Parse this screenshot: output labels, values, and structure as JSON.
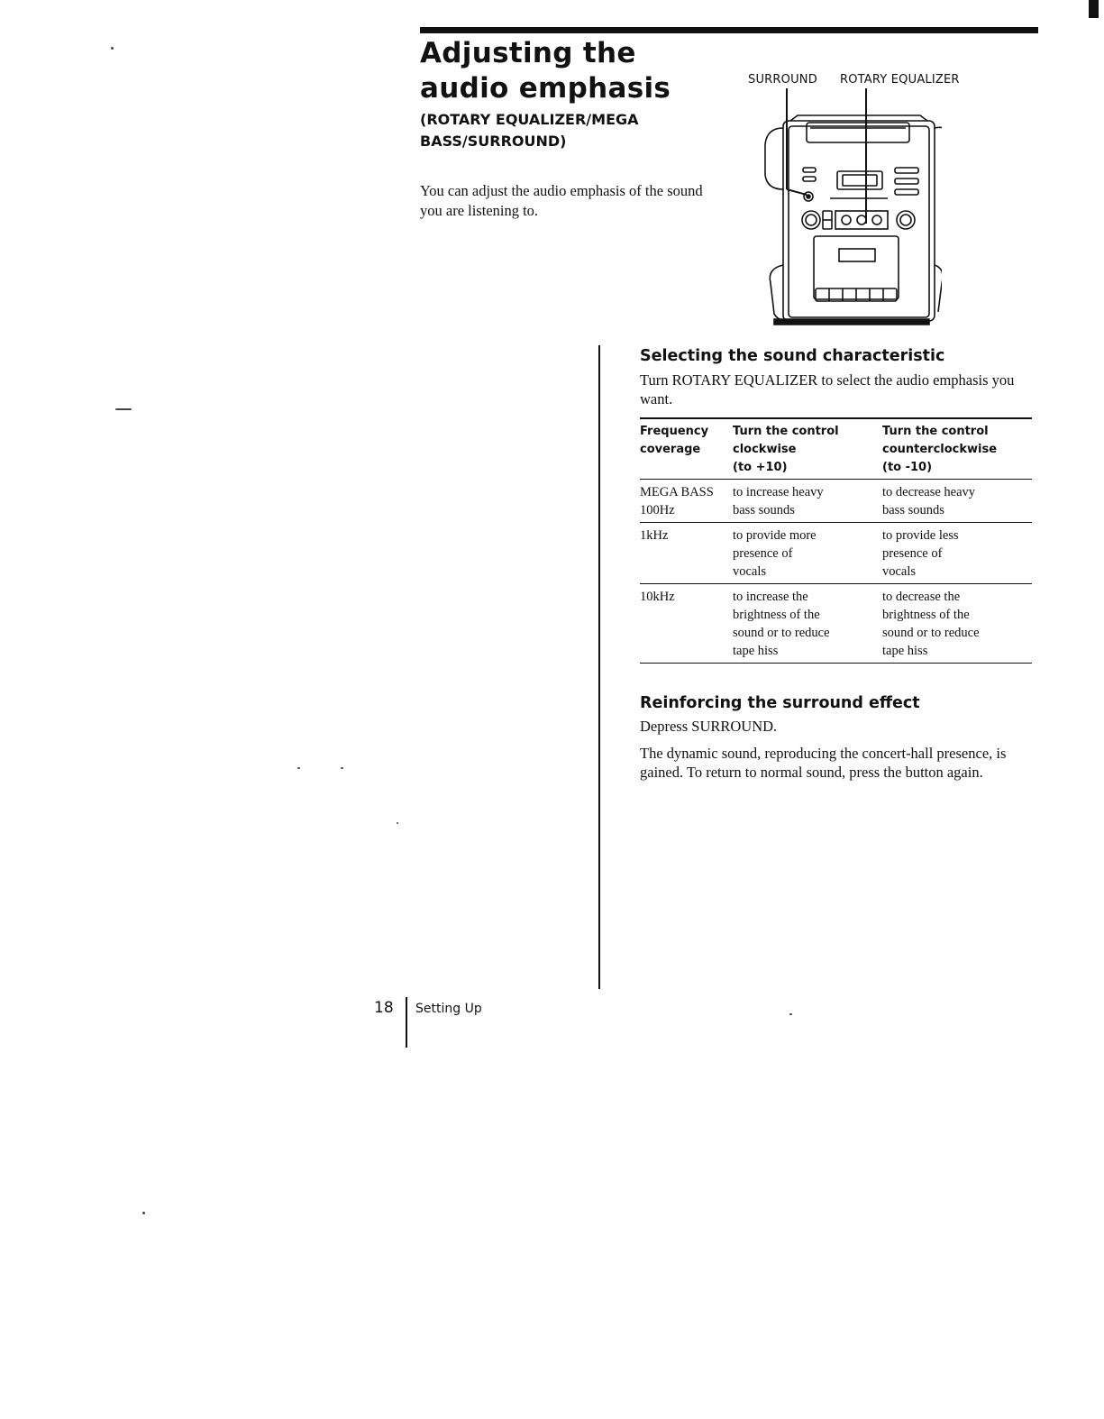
{
  "header": {
    "title": "Adjusting the audio emphasis",
    "subtitle": "(ROTARY EQUALIZER/MEGA BASS/SURROUND)"
  },
  "intro": "You can adjust the audio emphasis of the sound you are listening to.",
  "diagram": {
    "label_surround": "SURROUND",
    "label_rotary": "ROTARY EQUALIZER"
  },
  "section_select": {
    "heading": "Selecting the sound characteristic",
    "text": "Turn ROTARY EQUALIZER to select the audio emphasis you want."
  },
  "table": {
    "headers": [
      "Frequency\ncoverage",
      "Turn the control\nclockwise\n(to +10)",
      "Turn the control\ncounterclockwise\n(to -10)"
    ],
    "rows": [
      [
        "MEGA BASS\n100Hz",
        "to increase heavy\nbass sounds",
        "to decrease heavy\nbass sounds"
      ],
      [
        "1kHz",
        "to provide more\npresence of\nvocals",
        "to provide less\npresence of\nvocals"
      ],
      [
        "10kHz",
        "to increase the\nbrightness of the\nsound or to reduce\ntape hiss",
        "to decrease the\nbrightness of the\nsound or to reduce\ntape hiss"
      ]
    ]
  },
  "section_surround": {
    "heading": "Reinforcing the surround effect",
    "text1": "Depress SURROUND.",
    "text2": "The dynamic sound, reproducing the concert-hall presence, is gained. To return to normal sound, press the button again."
  },
  "footer": {
    "page_number": "18",
    "section": "Setting Up"
  }
}
